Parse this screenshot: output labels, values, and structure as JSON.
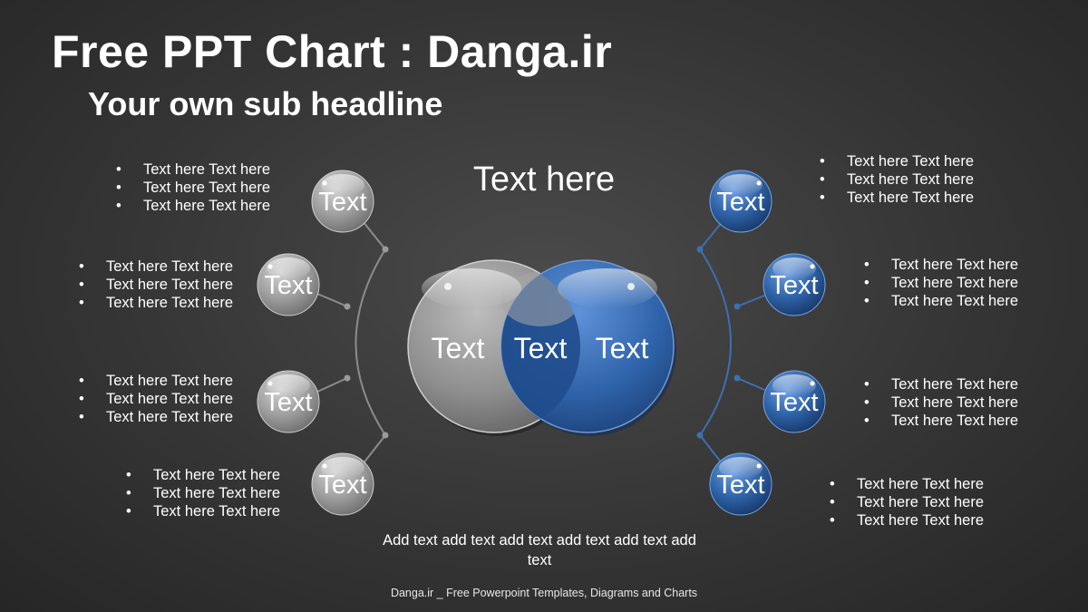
{
  "header": {
    "title": "Free PPT Chart : Danga.ir",
    "subtitle": "Your own sub headline"
  },
  "center": {
    "heading": "Text here",
    "venn_left_label": "Text",
    "venn_overlap_label": "Text",
    "venn_right_label": "Text",
    "note": "Add text add text add text add text add text add text"
  },
  "left_nodes": [
    {
      "label": "Text",
      "bullets": [
        "Text here Text here",
        "Text here Text here",
        "Text here Text here"
      ]
    },
    {
      "label": "Text",
      "bullets": [
        "Text here Text here",
        "Text here Text here",
        "Text here Text here"
      ]
    },
    {
      "label": "Text",
      "bullets": [
        "Text here Text here",
        "Text here Text here",
        "Text here Text here"
      ]
    },
    {
      "label": "Text",
      "bullets": [
        "Text here Text here",
        "Text here Text here",
        "Text here Text here"
      ]
    }
  ],
  "right_nodes": [
    {
      "label": "Text",
      "bullets": [
        "Text here Text here",
        "Text here Text here",
        "Text here Text here"
      ]
    },
    {
      "label": "Text",
      "bullets": [
        "Text here Text here",
        "Text here Text here",
        "Text here Text here"
      ]
    },
    {
      "label": "Text",
      "bullets": [
        "Text here Text here",
        "Text here Text here",
        "Text here Text here"
      ]
    },
    {
      "label": "Text",
      "bullets": [
        "Text here Text here",
        "Text here Text here",
        "Text here Text here"
      ]
    }
  ],
  "footer": "Danga.ir _ Free Powerpoint Templates, Diagrams and Charts",
  "colors": {
    "gray_node": "#9a9a9a",
    "blue_node": "#2f63a8",
    "gray_connector": "#8c8c8c",
    "blue_connector": "#3d6fb0",
    "text": "#ffffff"
  }
}
